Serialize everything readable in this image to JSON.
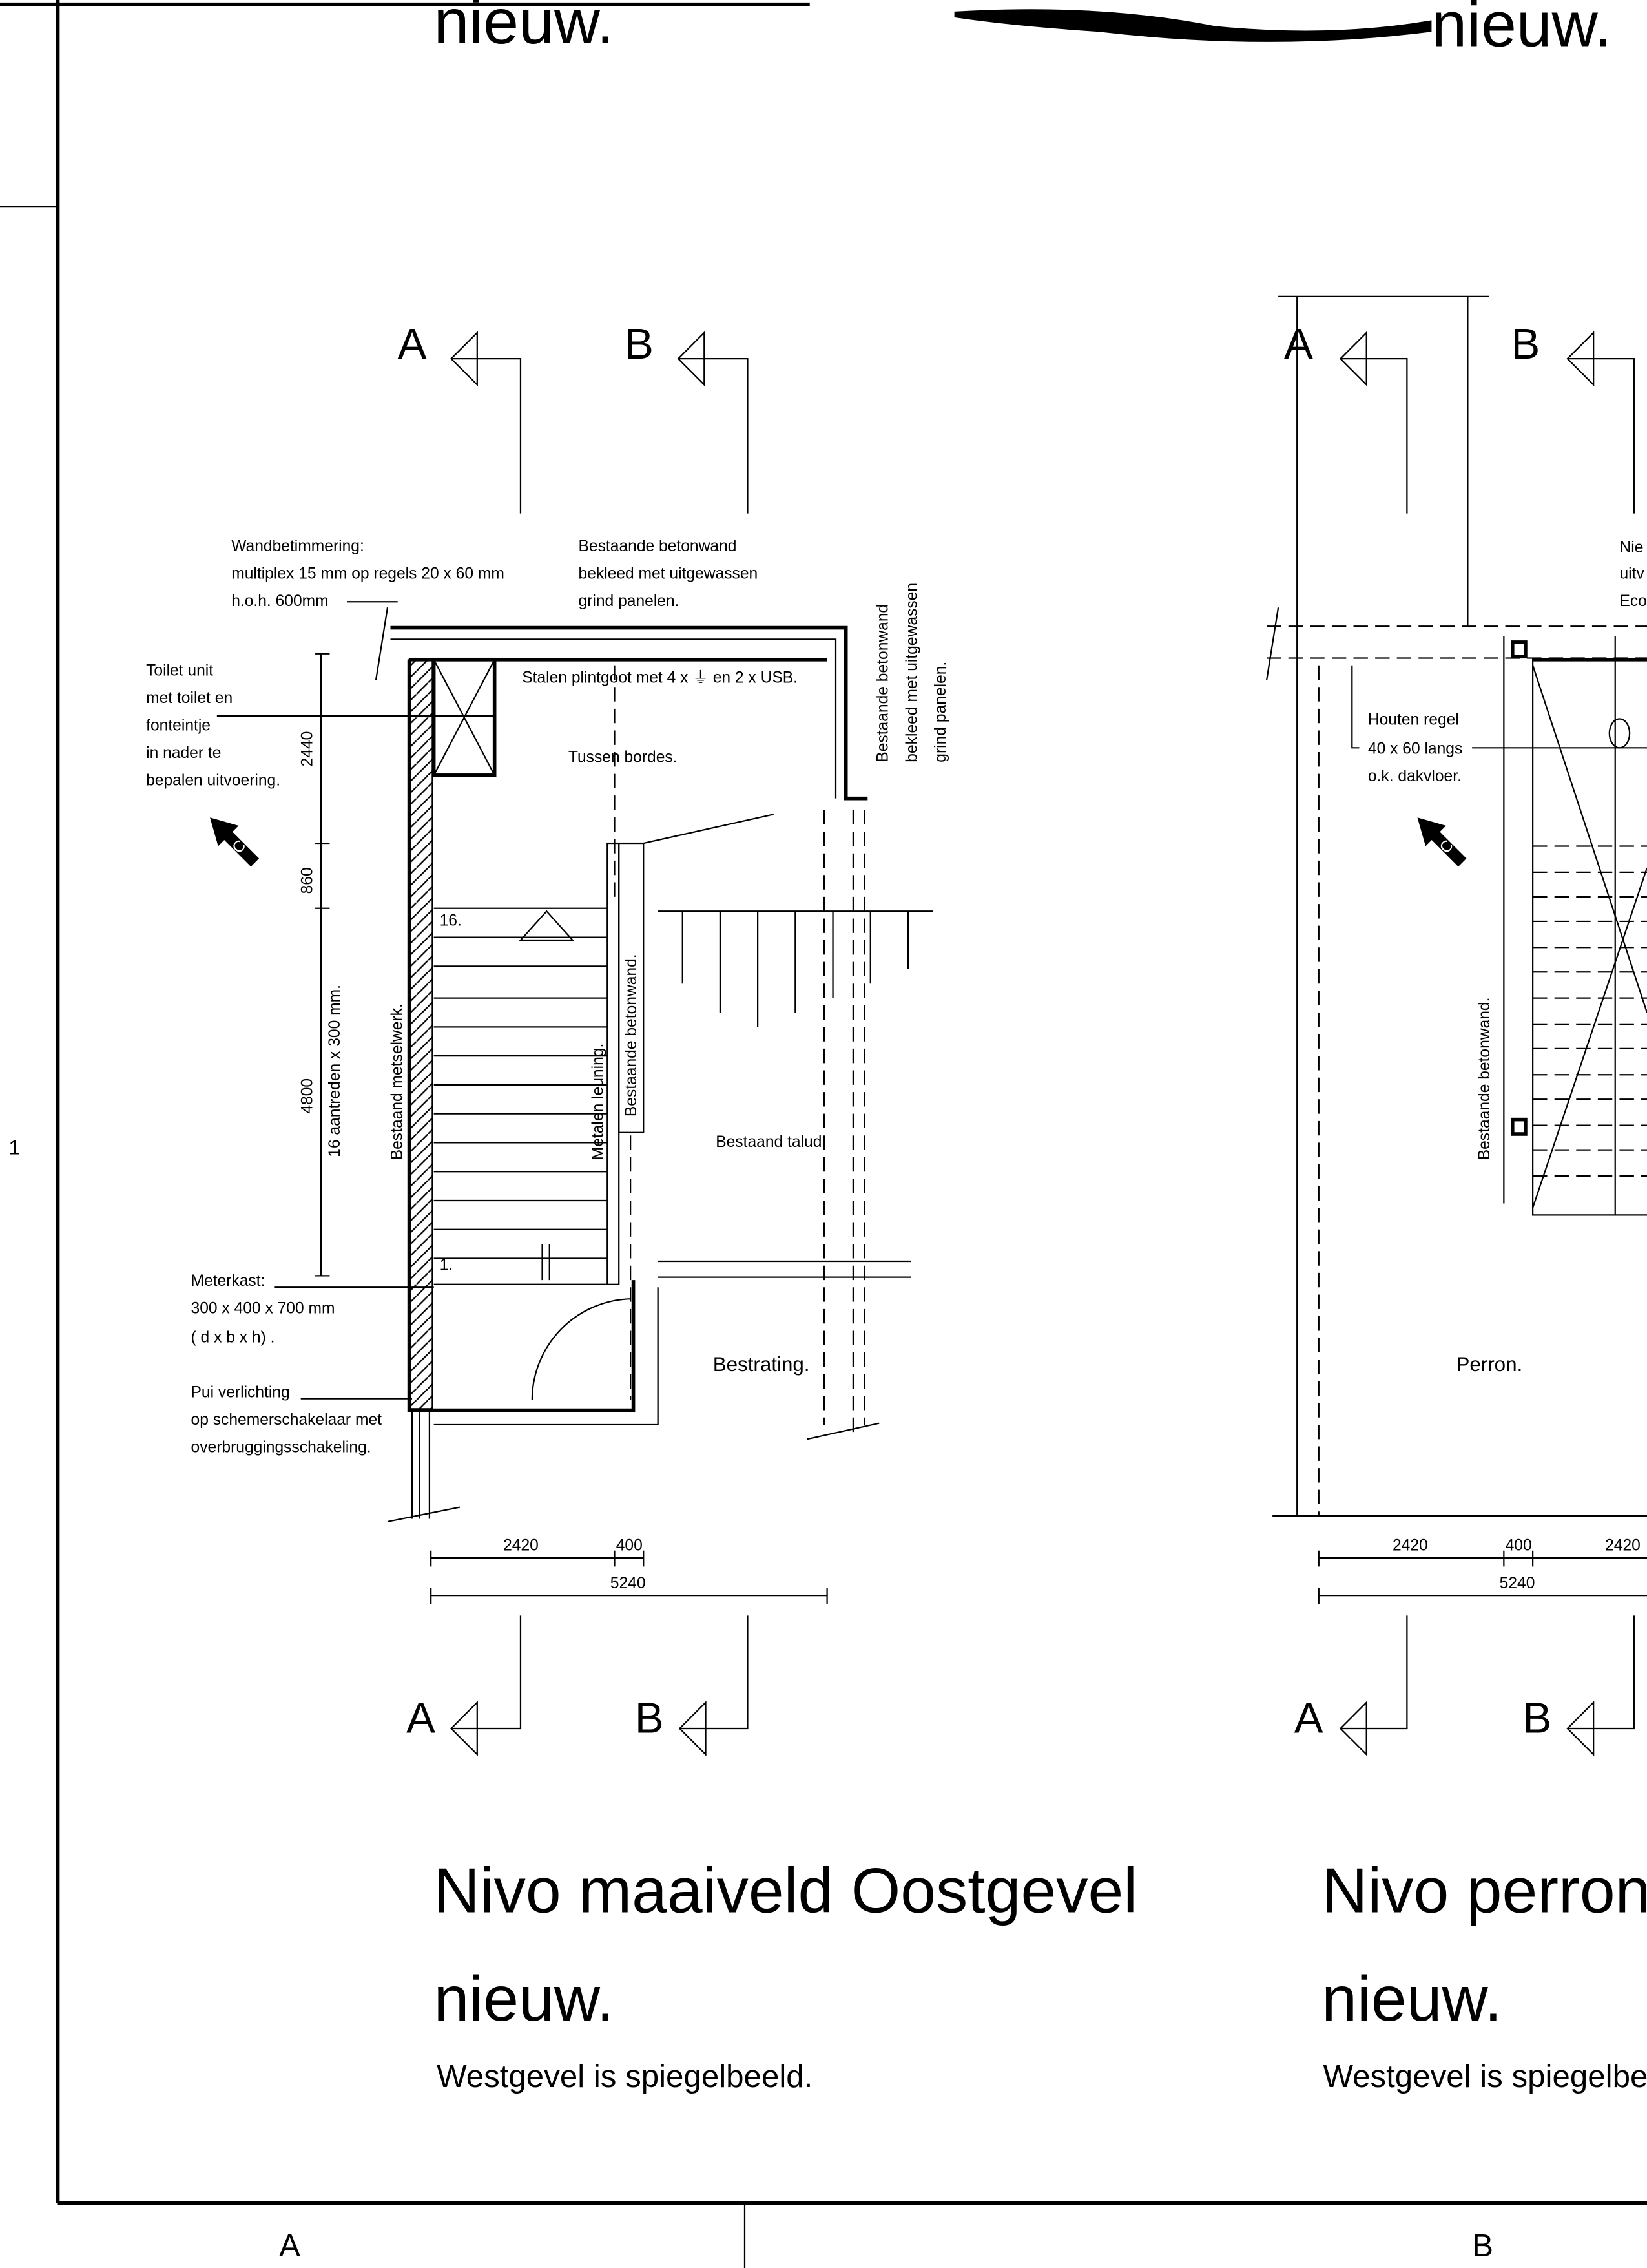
{
  "sheet": {
    "row_marker": "1",
    "column_markers": [
      "A",
      "B"
    ],
    "top_titles": [
      "nieuw.",
      "nieuw."
    ]
  },
  "left_plan": {
    "section_markers": {
      "top": [
        "A",
        "B"
      ],
      "bottom": [
        "A",
        "B"
      ]
    },
    "labels": {
      "wandbetimmering": [
        "Wandbetimmering:",
        "multiplex 15 mm op regels 20 x 60 mm",
        "h.o.h. 600mm"
      ],
      "betonwand_top": [
        "Bestaande betonwand",
        "bekleed met uitgewassen",
        "grind panelen."
      ],
      "betonwand_right": [
        "Bestaande betonwand",
        "bekleed met uitgewassen",
        "grind panelen."
      ],
      "toilet": [
        "Toilet unit",
        "met toilet en",
        "fonteintje",
        "in nader te",
        "bepalen uitvoering."
      ],
      "plintgoot": "Stalen plintgoot met 4 x ⏚ en 2 x USB.",
      "tussen_bordes": "Tussen bordes.",
      "bestaand_metselwerk": "Bestaand metselwerk.",
      "metalen_leuning": "Metalen leuning.",
      "bestaande_betonwand": "Bestaande betonwand.",
      "bestaand_talud": "Bestaand talud.",
      "bestrating": "Bestrating.",
      "meterkast": [
        "Meterkast:",
        "300 x 400 x 700 mm",
        "( d x b x h)  ."
      ],
      "pui": [
        "Pui verlichting",
        "op schemerschakelaar met",
        "overbruggingsschakeling."
      ],
      "step_first": "1.",
      "step_last": "16.",
      "north": "C"
    },
    "dimensions": {
      "vertical": [
        "2440",
        "860",
        "4800",
        "16 aantreden x 300 mm."
      ],
      "horizontal": [
        "2420",
        "400",
        "5240"
      ]
    },
    "title": "Nivo maaiveld Oostgevel",
    "title_line2": "nieuw.",
    "subtitle": "Westgevel is spiegelbeeld."
  },
  "right_plan": {
    "section_markers": {
      "top": [
        "A",
        "B"
      ],
      "bottom": [
        "A",
        "B"
      ]
    },
    "labels": {
      "houten_regel": [
        "Houten regel",
        "40 x 60 langs",
        "o.k. dakvloer."
      ],
      "cut_text": [
        "Nie",
        "uitv",
        "Eco"
      ],
      "bestaande_betonwand": "Bestaande betonwand.",
      "perron": "Perron.",
      "north": "C"
    },
    "dimensions": {
      "horizontal": [
        "2420",
        "400",
        "2420",
        "5240"
      ]
    },
    "title": "Nivo perron",
    "title_line2": "nieuw.",
    "subtitle": "Westgevel is spiegelbe"
  }
}
